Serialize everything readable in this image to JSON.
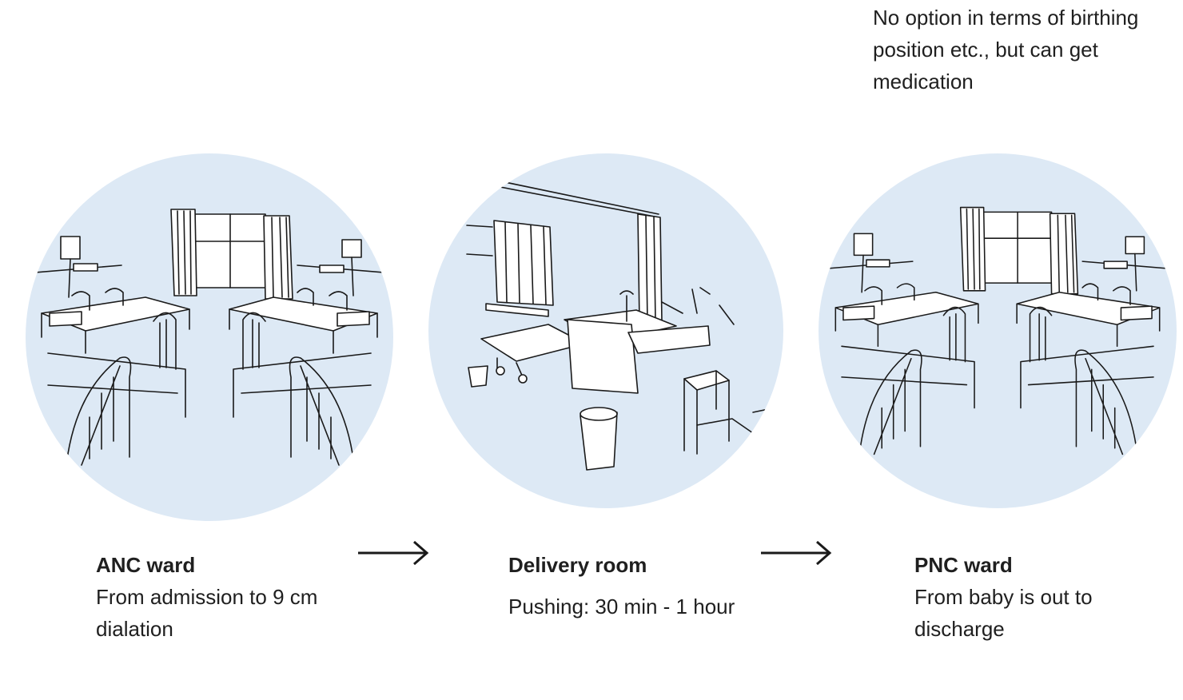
{
  "note": "No option in terms of birthing position etc., but can get medication",
  "stages": [
    {
      "title": "ANC ward",
      "description": "From admission to 9 cm dialation",
      "icon": "hospital-ward-illustration"
    },
    {
      "title": "Delivery room",
      "description": "Pushing: 30 min - 1 hour",
      "icon": "delivery-room-illustration"
    },
    {
      "title": "PNC ward",
      "description": "From baby is out to discharge",
      "icon": "hospital-ward-illustration"
    }
  ],
  "arrows": [
    "right-arrow-icon",
    "right-arrow-icon"
  ],
  "colors": {
    "circle": "#dde9f5",
    "line": "#1a1a1a",
    "text": "#1f1f1f"
  }
}
